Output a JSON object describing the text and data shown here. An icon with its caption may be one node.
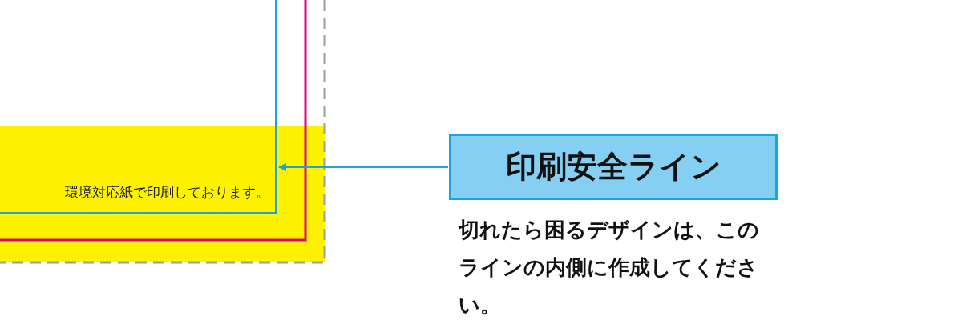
{
  "diagram": {
    "nodes": [
      {
        "text": [
          "印刷安全ライン"
        ],
        "beside": [
          "切れたら困るデザインは、このラインの内側に作成してください。"
        ]
      },
      {
        "text": [],
        "shape": "box"
      }
    ],
    "edges": [
      {
        "from": 0,
        "to": 1,
        "arrow": "to"
      }
    ],
    "labels": [
      "環境対応紙で印刷しております。"
    ]
  }
}
